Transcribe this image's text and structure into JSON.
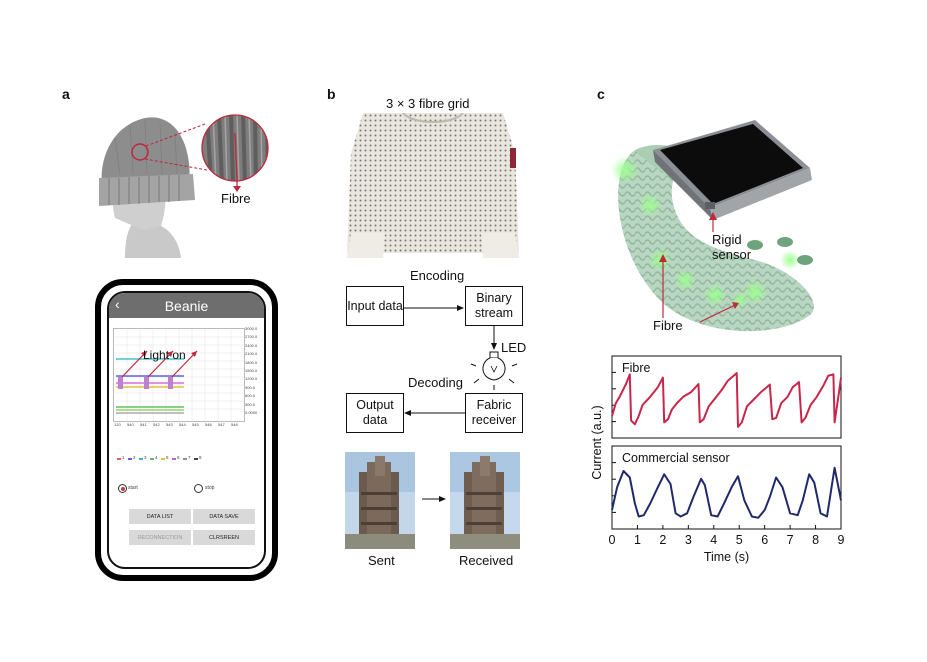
{
  "panels": {
    "a": "a",
    "b": "b",
    "c": "c"
  },
  "panel_a": {
    "fibre_label": "Fibre",
    "app": {
      "back_glyph": "‹",
      "title": "Beanie",
      "annotation": "Light on",
      "y_ticks": [
        "3000.0",
        "2700.0",
        "2400.0",
        "2100.0",
        "1800.0",
        "1500.0",
        "1200.0",
        "900.0",
        "600.0",
        "300.0",
        "0.0000"
      ],
      "x_ticks": [
        "120",
        "540",
        "541",
        "542",
        "543",
        "544",
        "545",
        "546",
        "547",
        "548"
      ],
      "legend": [
        "1",
        "2",
        "3",
        "4",
        "5",
        "6",
        "7",
        "8"
      ],
      "legend_colors": [
        "#e06060",
        "#6060e0",
        "#40b0b0",
        "#60c060",
        "#e0c040",
        "#c060c0",
        "#909090",
        "#404040"
      ],
      "radio_start": "start",
      "radio_stop": "stop",
      "buttons": {
        "data_list": "DATA LIST",
        "data_save": "DATA SAVE",
        "reconnection": "RECONNECTION",
        "clrscreen": "CLRSREEN"
      }
    }
  },
  "panel_b": {
    "grid_title": "3 × 3 fibre grid",
    "encoding_label": "Encoding",
    "decoding_label": "Decoding",
    "input_data": "Input data",
    "binary_stream": "Binary stream",
    "led_label": "LED",
    "output_data": "Output data",
    "fabric_receiver": "Fabric receiver",
    "sent_label": "Sent",
    "received_label": "Received"
  },
  "panel_c": {
    "rigid_sensor_label": "Rigid sensor",
    "fibre_label": "Fibre",
    "chart_data": {
      "type": "line",
      "xlabel": "Time (s)",
      "ylabel": "Current (a.u.)",
      "xlim": [
        0,
        9
      ],
      "x_ticks": [
        0,
        1,
        2,
        3,
        4,
        5,
        6,
        7,
        8,
        9
      ],
      "y_ticks_labelled": false,
      "series": [
        {
          "name": "Fibre",
          "color": "#c8264a",
          "x": [
            0.0,
            0.15,
            0.3,
            0.55,
            0.7,
            0.75,
            0.9,
            1.05,
            1.2,
            1.5,
            1.8,
            2.0,
            2.05,
            2.2,
            2.35,
            2.55,
            2.8,
            3.1,
            3.4,
            3.45,
            3.6,
            3.8,
            4.0,
            4.3,
            4.55,
            4.9,
            4.95,
            5.1,
            5.3,
            5.55,
            5.85,
            6.2,
            6.3,
            6.45,
            6.65,
            6.9,
            7.1,
            7.35,
            7.45,
            7.6,
            7.8,
            8.05,
            8.3,
            8.5,
            8.7,
            8.75,
            8.95,
            9.0
          ],
          "y": [
            0.25,
            0.45,
            0.55,
            0.75,
            0.9,
            0.18,
            0.12,
            0.25,
            0.42,
            0.55,
            0.7,
            0.85,
            0.15,
            0.2,
            0.35,
            0.45,
            0.55,
            0.62,
            0.75,
            0.15,
            0.2,
            0.4,
            0.5,
            0.65,
            0.8,
            0.92,
            0.08,
            0.15,
            0.4,
            0.5,
            0.62,
            0.74,
            0.2,
            0.22,
            0.45,
            0.55,
            0.7,
            0.78,
            0.15,
            0.22,
            0.42,
            0.55,
            0.72,
            0.88,
            0.9,
            0.15,
            0.7,
            0.85
          ]
        },
        {
          "name": "Commercial sensor",
          "color": "#1f2a6b",
          "x": [
            0.0,
            0.2,
            0.45,
            0.7,
            0.9,
            1.05,
            1.25,
            1.5,
            1.8,
            2.05,
            2.3,
            2.5,
            2.7,
            2.95,
            3.2,
            3.5,
            3.65,
            3.9,
            4.15,
            4.4,
            4.7,
            4.95,
            5.2,
            5.5,
            5.75,
            6.0,
            6.2,
            6.45,
            6.7,
            7.0,
            7.3,
            7.5,
            7.75,
            7.95,
            8.2,
            8.45,
            8.75,
            9.0
          ],
          "y": [
            0.2,
            0.55,
            0.8,
            0.7,
            0.3,
            0.1,
            0.12,
            0.3,
            0.55,
            0.75,
            0.6,
            0.15,
            0.1,
            0.15,
            0.4,
            0.68,
            0.58,
            0.12,
            0.1,
            0.3,
            0.55,
            0.72,
            0.35,
            0.1,
            0.08,
            0.2,
            0.4,
            0.7,
            0.55,
            0.15,
            0.12,
            0.35,
            0.75,
            0.62,
            0.15,
            0.1,
            0.85,
            0.35
          ]
        }
      ]
    }
  }
}
